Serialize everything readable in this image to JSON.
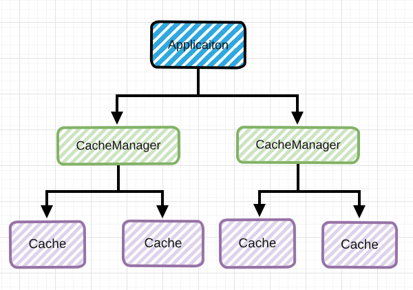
{
  "diagram": {
    "type": "tree-hierarchy",
    "style": "hand-drawn-sketch-on-grid-paper",
    "nodes": {
      "application": {
        "label": "Applicaiton"
      },
      "cache_manager_left": {
        "label": "CacheManager"
      },
      "cache_manager_right": {
        "label": "CacheManager"
      },
      "cache_1": {
        "label": "Cache"
      },
      "cache_2": {
        "label": "Cache"
      },
      "cache_3": {
        "label": "Cache"
      },
      "cache_4": {
        "label": "Cache"
      }
    },
    "edges": [
      {
        "from": "application",
        "to": "cache_manager_left",
        "arrow": "filled-triangle"
      },
      {
        "from": "application",
        "to": "cache_manager_right",
        "arrow": "filled-triangle"
      },
      {
        "from": "cache_manager_left",
        "to": "cache_1",
        "arrow": "filled-triangle"
      },
      {
        "from": "cache_manager_left",
        "to": "cache_2",
        "arrow": "filled-triangle"
      },
      {
        "from": "cache_manager_right",
        "to": "cache_3",
        "arrow": "filled-triangle"
      },
      {
        "from": "cache_manager_right",
        "to": "cache_4",
        "arrow": "filled-triangle"
      }
    ],
    "colors": {
      "application_hatch": "#2FA8E0",
      "application_border": "#000000",
      "manager_hatch": "#CDE4C2",
      "manager_border": "#82B366",
      "cache_hatch": "#DED3EA",
      "cache_border": "#9673A6",
      "connector": "#000000",
      "text": "#141414",
      "grid_minor": "#F5F5F5",
      "grid_major": "#E3E3E3",
      "background": "#FFFFFF"
    }
  }
}
